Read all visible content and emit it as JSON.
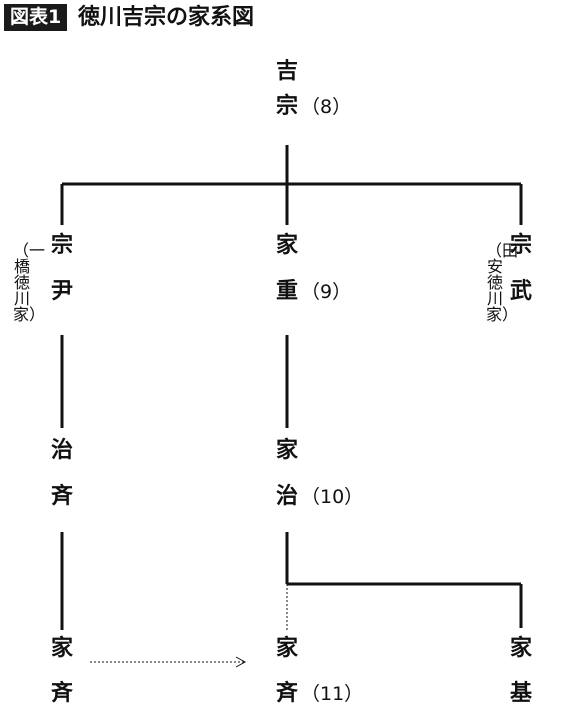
{
  "header": {
    "badge": "図表1",
    "title": "徳川吉宗の家系図"
  },
  "people": {
    "yoshimune": {
      "c1": "吉",
      "c2": "宗",
      "gen": "（8）"
    },
    "munetada": {
      "c1": "宗",
      "c2": "尹"
    },
    "ieshige": {
      "c1": "家",
      "c2": "重",
      "gen": "（9）"
    },
    "munetake": {
      "c1": "宗",
      "c2": "武"
    },
    "harusada": {
      "c1": "治",
      "c2": "斉"
    },
    "ieharu": {
      "c1": "家",
      "c2": "治",
      "gen": "（10）"
    },
    "ienari_left": {
      "c1": "家",
      "c2": "斉"
    },
    "ienari": {
      "c1": "家",
      "c2": "斉",
      "gen": "（11）"
    },
    "iemoto": {
      "c1": "家",
      "c2": "基"
    }
  },
  "branches": {
    "hitotsubashi": "（一橋徳川家）",
    "tayasu": "（田安徳川家）"
  },
  "colors": {
    "line": "#111111",
    "badge_bg": "#1a1a1a",
    "badge_text": "#ffffff"
  }
}
